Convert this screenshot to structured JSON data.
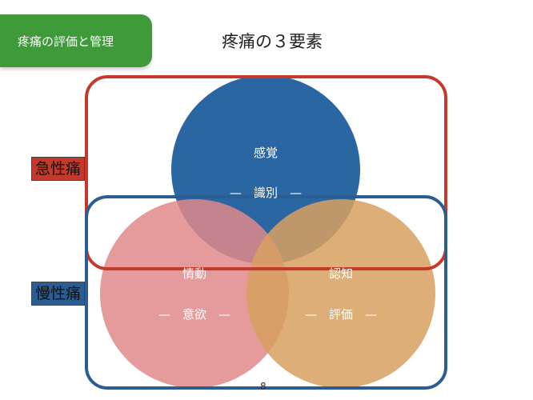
{
  "header": {
    "tab_label": "疼痛の評価と管理",
    "title": "疼痛の３要素"
  },
  "groups": {
    "acute_label": "急性痛",
    "chronic_label": "慢性痛"
  },
  "circles": {
    "sensory": {
      "title": "感覚",
      "subtitle": "—　識別　—"
    },
    "emotion": {
      "title": "情動",
      "subtitle": "—　意欲　—"
    },
    "cognition": {
      "title": "認知",
      "subtitle": "—　評価　—"
    }
  },
  "footer": {
    "page_number": "8"
  },
  "colors": {
    "tab_green": "#3f9a3a",
    "acute_red": "#c5392a",
    "chronic_blue": "#2a5d92",
    "sensory_blue": "#1f5f9d",
    "emotion_pink": "#e08a8a",
    "cognition_orange": "#d8a060"
  }
}
